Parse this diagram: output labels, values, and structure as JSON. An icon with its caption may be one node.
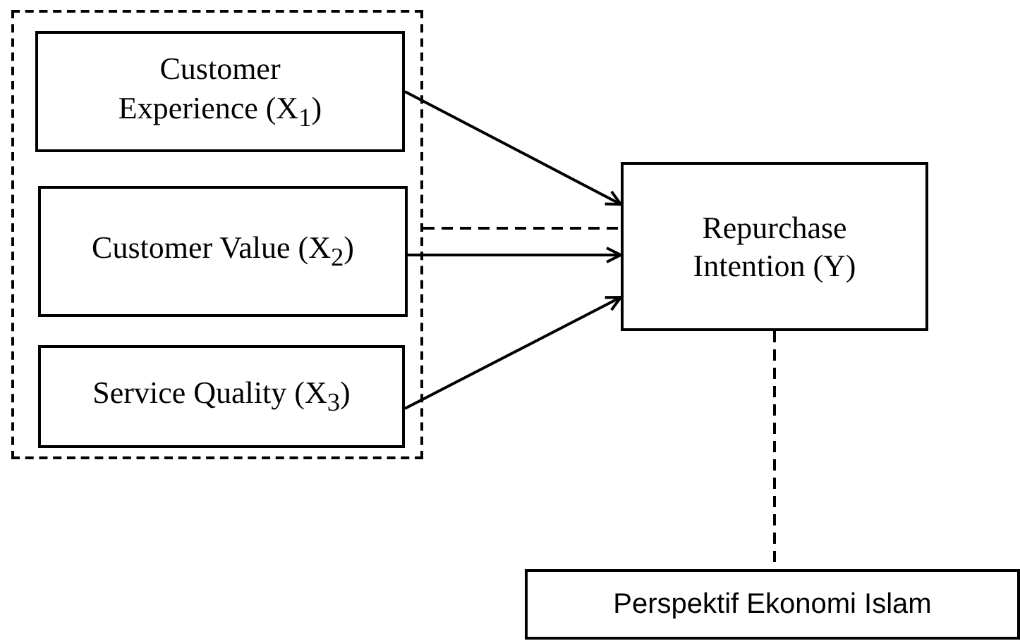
{
  "diagram": {
    "nodes": [
      {
        "text": [],
        "shape": "box"
      },
      {
        "text": [
          "Customer Experience (X$_{1}$)"
        ],
        "in": 0
      },
      {
        "text": [
          "Customer Value (X$_{2}$)"
        ],
        "in": 0
      },
      {
        "text": [
          "Service Quality (X$_{3}$)"
        ],
        "in": 0
      },
      {
        "text": [
          "Repurchase Intention (Y)"
        ]
      },
      {
        "text": [
          "Perspektif Ekonomi Islam"
        ]
      }
    ],
    "edges": [
      {
        "from": 1,
        "to": 4,
        "arrow": "to"
      },
      {
        "from": 0,
        "to": 4,
        "arrow": "none",
        "style": "dashed"
      },
      {
        "from": 2,
        "to": 4,
        "arrow": "to"
      },
      {
        "from": 3,
        "to": 4,
        "arrow": "to"
      },
      {
        "from": 4,
        "to": 5,
        "arrow": "none",
        "style": "dashed"
      }
    ]
  }
}
